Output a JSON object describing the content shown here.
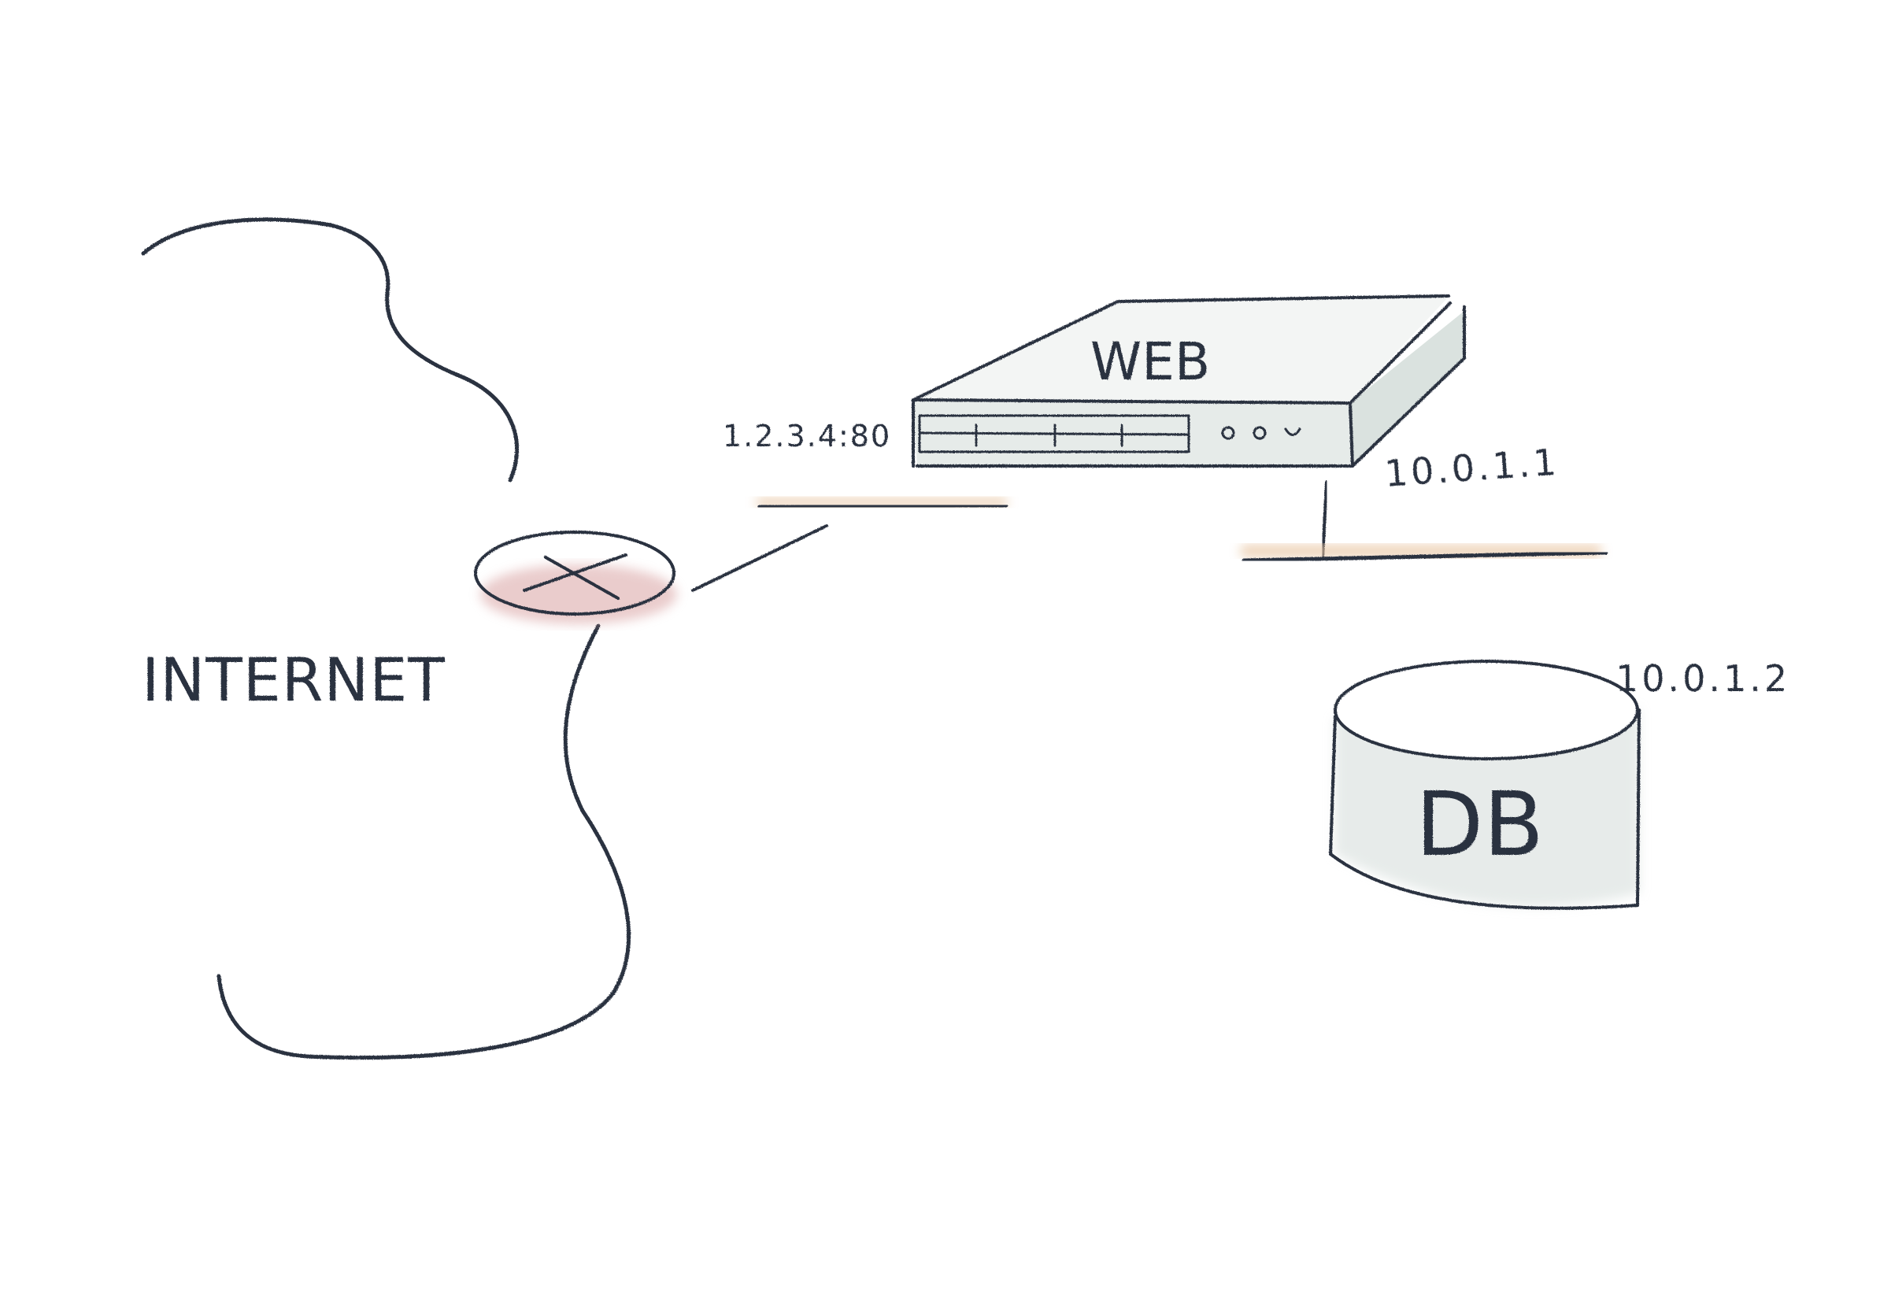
{
  "labels": {
    "internet": "INTERNET",
    "web": "WEB",
    "web_public_address": "1.2.3.4:80",
    "web_private_address": "10.0.1.1",
    "db": "DB",
    "db_address": "10.0.1.2"
  },
  "colors": {
    "ink": "#2b3140",
    "router_fill": "#d9a3a3",
    "network_segment": "#e8c4a0",
    "device_fill": "#dfe5e3"
  }
}
